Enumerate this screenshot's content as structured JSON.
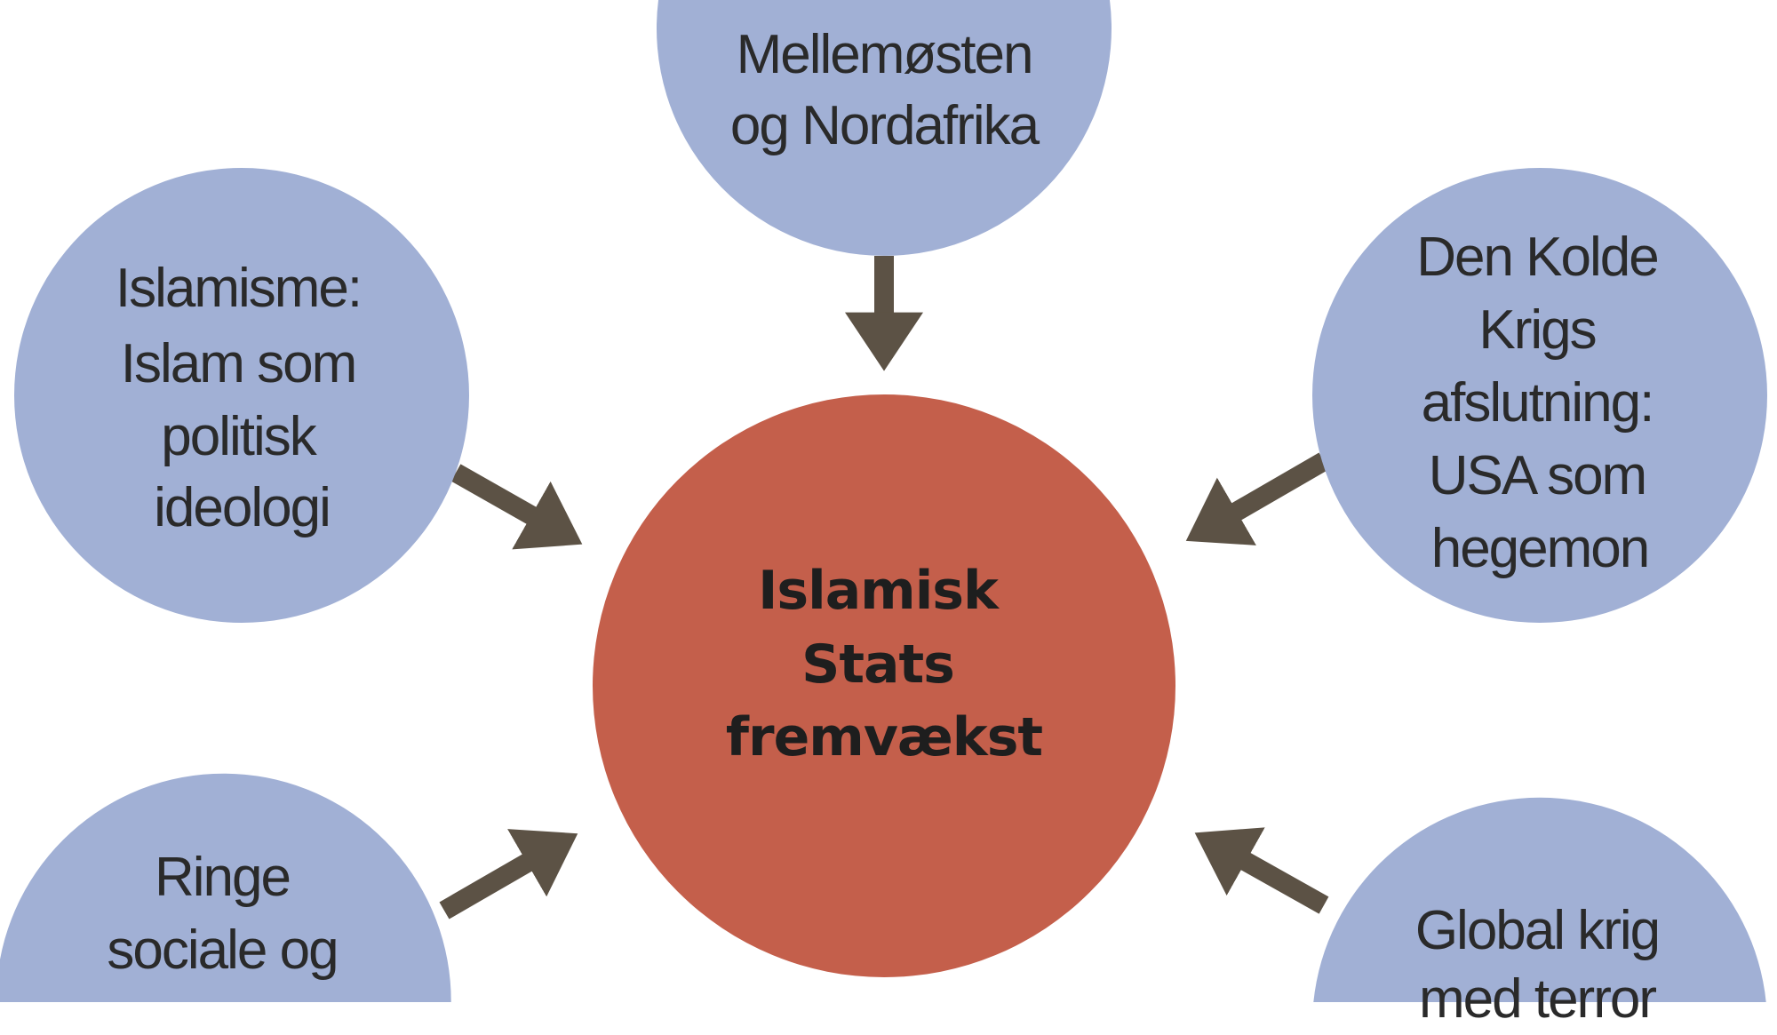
{
  "colors": {
    "node": "#a1b0d5",
    "center": "#c45f4b",
    "arrow": "#5c5245",
    "text": "#2a2a2a"
  },
  "center": {
    "lines": [
      "Islamisk",
      "Stats",
      "fremvækst"
    ]
  },
  "nodes": {
    "top": {
      "lines": [
        "Mellemøsten",
        "og Nordafrika"
      ]
    },
    "left": {
      "lines": [
        "Islamisme:",
        "Islam som",
        "politisk",
        "ideologi"
      ]
    },
    "right": {
      "lines": [
        "Den Kolde",
        "Krigs",
        "afslutning:",
        "USA som",
        "hegemon"
      ]
    },
    "bottom_left": {
      "lines": [
        "Ringe",
        "sociale og"
      ]
    },
    "bottom_right": {
      "lines": [
        "Global krig",
        "med terror"
      ]
    }
  }
}
